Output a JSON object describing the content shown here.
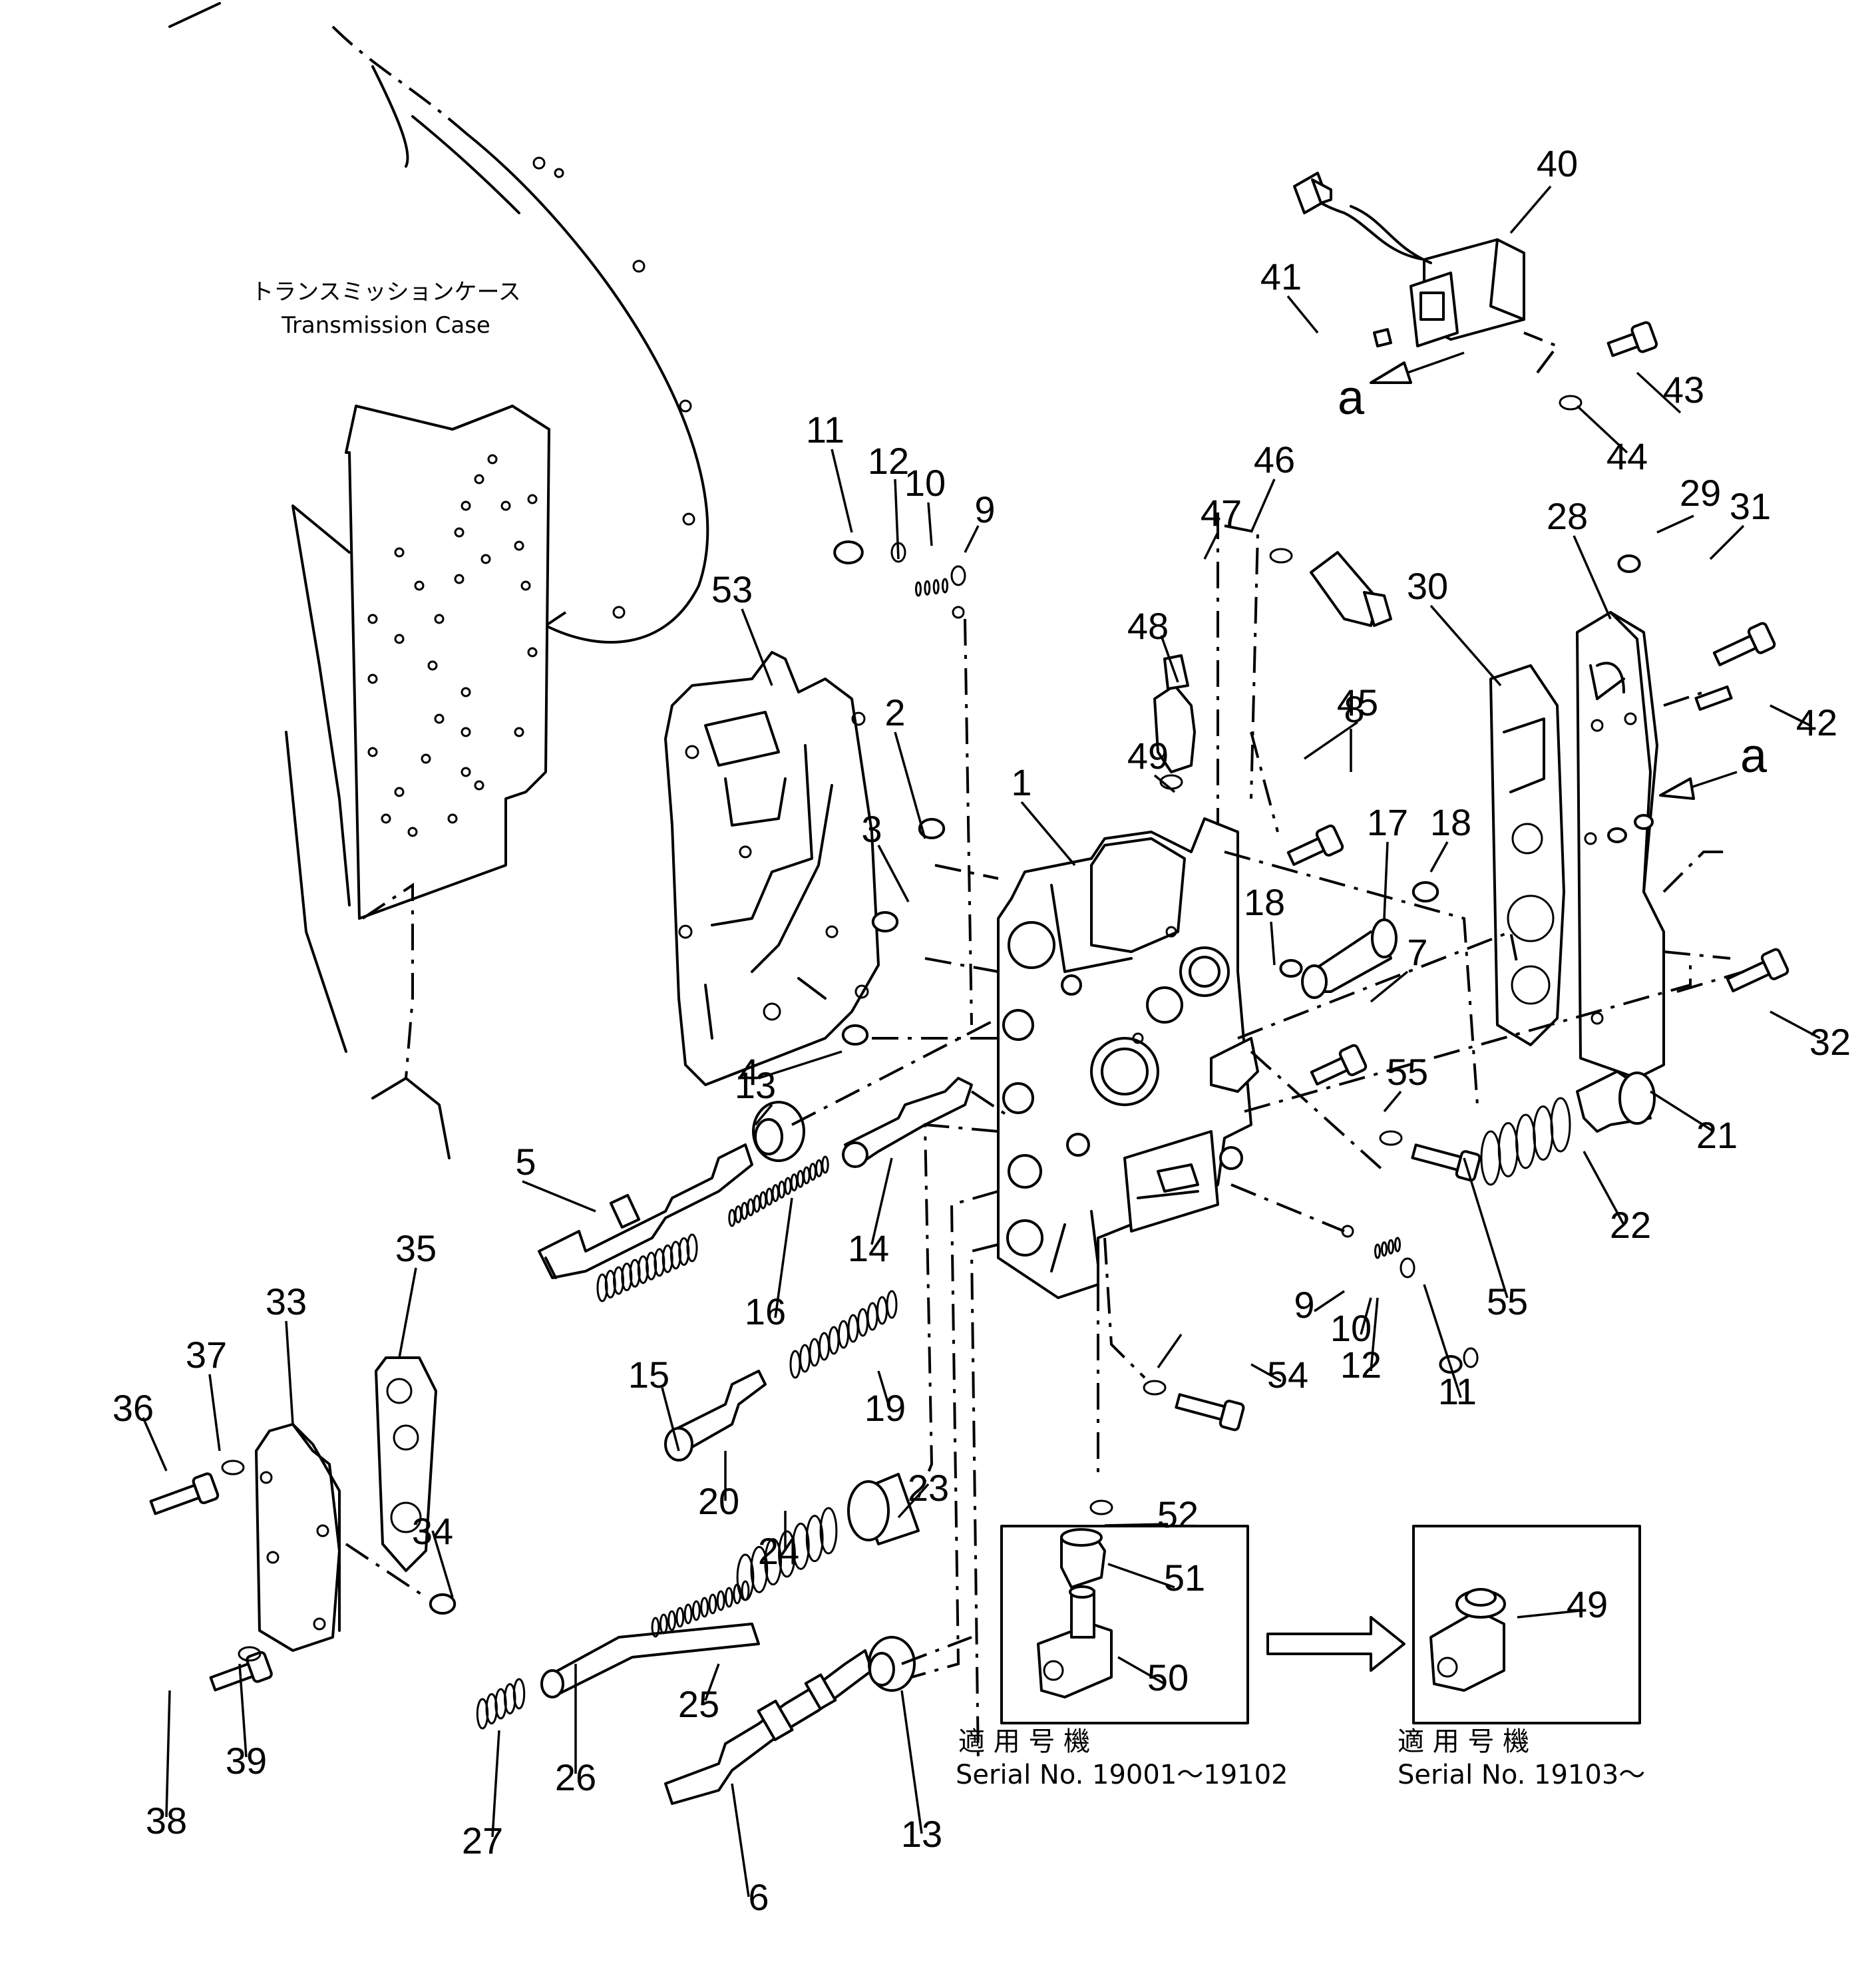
{
  "case_label": {
    "jp": "トランスミッションケース",
    "en": "Transmission Case"
  },
  "view_reference": "a",
  "variant_boxes": [
    {
      "applicable_jp": "適 用 号 機",
      "serial": "Serial No. 19001～19102"
    },
    {
      "applicable_jp": "適 用 号 機",
      "serial": "Serial No. 19103～"
    }
  ],
  "part_numbers": [
    "1",
    "2",
    "3",
    "4",
    "5",
    "6",
    "7",
    "8",
    "9",
    "9",
    "10",
    "10",
    "11",
    "11",
    "12",
    "12",
    "13",
    "13",
    "14",
    "15",
    "16",
    "17",
    "18",
    "18",
    "19",
    "20",
    "21",
    "22",
    "23",
    "24",
    "25",
    "26",
    "27",
    "28",
    "29",
    "30",
    "31",
    "32",
    "33",
    "34",
    "35",
    "36",
    "37",
    "38",
    "39",
    "40",
    "41",
    "42",
    "43",
    "44",
    "45",
    "46",
    "47",
    "48",
    "49",
    "49",
    "50",
    "51",
    "52",
    "53",
    "54",
    "55",
    "55"
  ]
}
